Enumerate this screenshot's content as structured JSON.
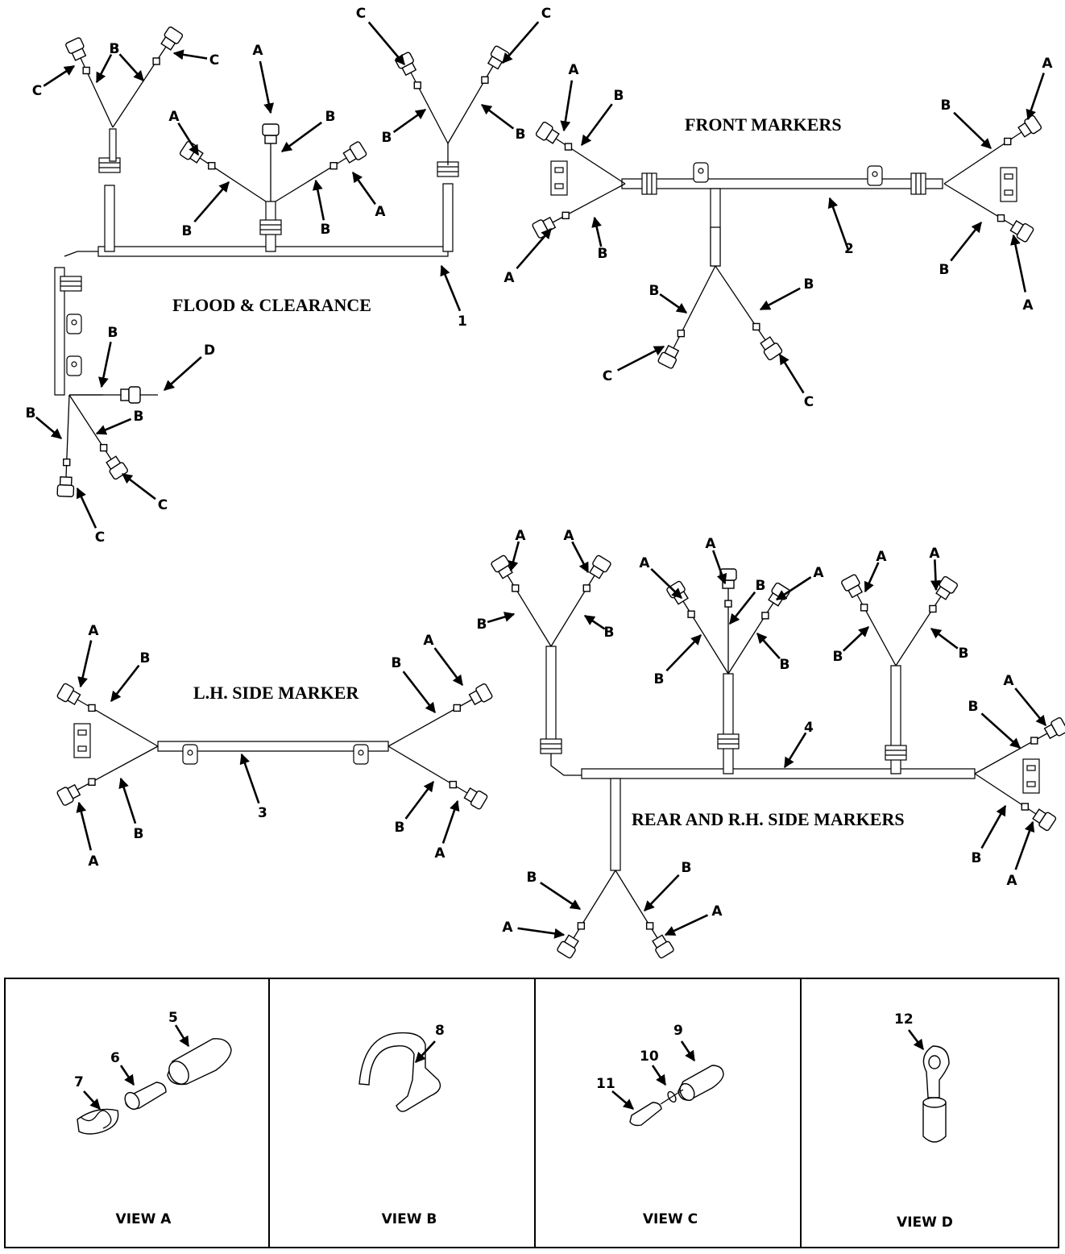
{
  "harnesses": {
    "flood_clearance": {
      "title": "FLOOD & CLEARANCE",
      "item": "1"
    },
    "front_markers": {
      "title": "FRONT MARKERS",
      "item": "2"
    },
    "lh_side_marker": {
      "title": "L.H. SIDE MARKER",
      "item": "3"
    },
    "rear_rh_side_markers": {
      "title": "REAR AND R.H. SIDE MARKERS",
      "item": "4"
    }
  },
  "callout_letters": {
    "a": "A",
    "b": "B",
    "c": "C",
    "d": "D"
  },
  "views": [
    {
      "label": "VIEW A",
      "items": [
        "5",
        "6",
        "7"
      ]
    },
    {
      "label": "VIEW B",
      "items": [
        "8"
      ]
    },
    {
      "label": "VIEW C",
      "items": [
        "9",
        "10",
        "11"
      ]
    },
    {
      "label": "VIEW D",
      "items": [
        "12"
      ]
    }
  ]
}
